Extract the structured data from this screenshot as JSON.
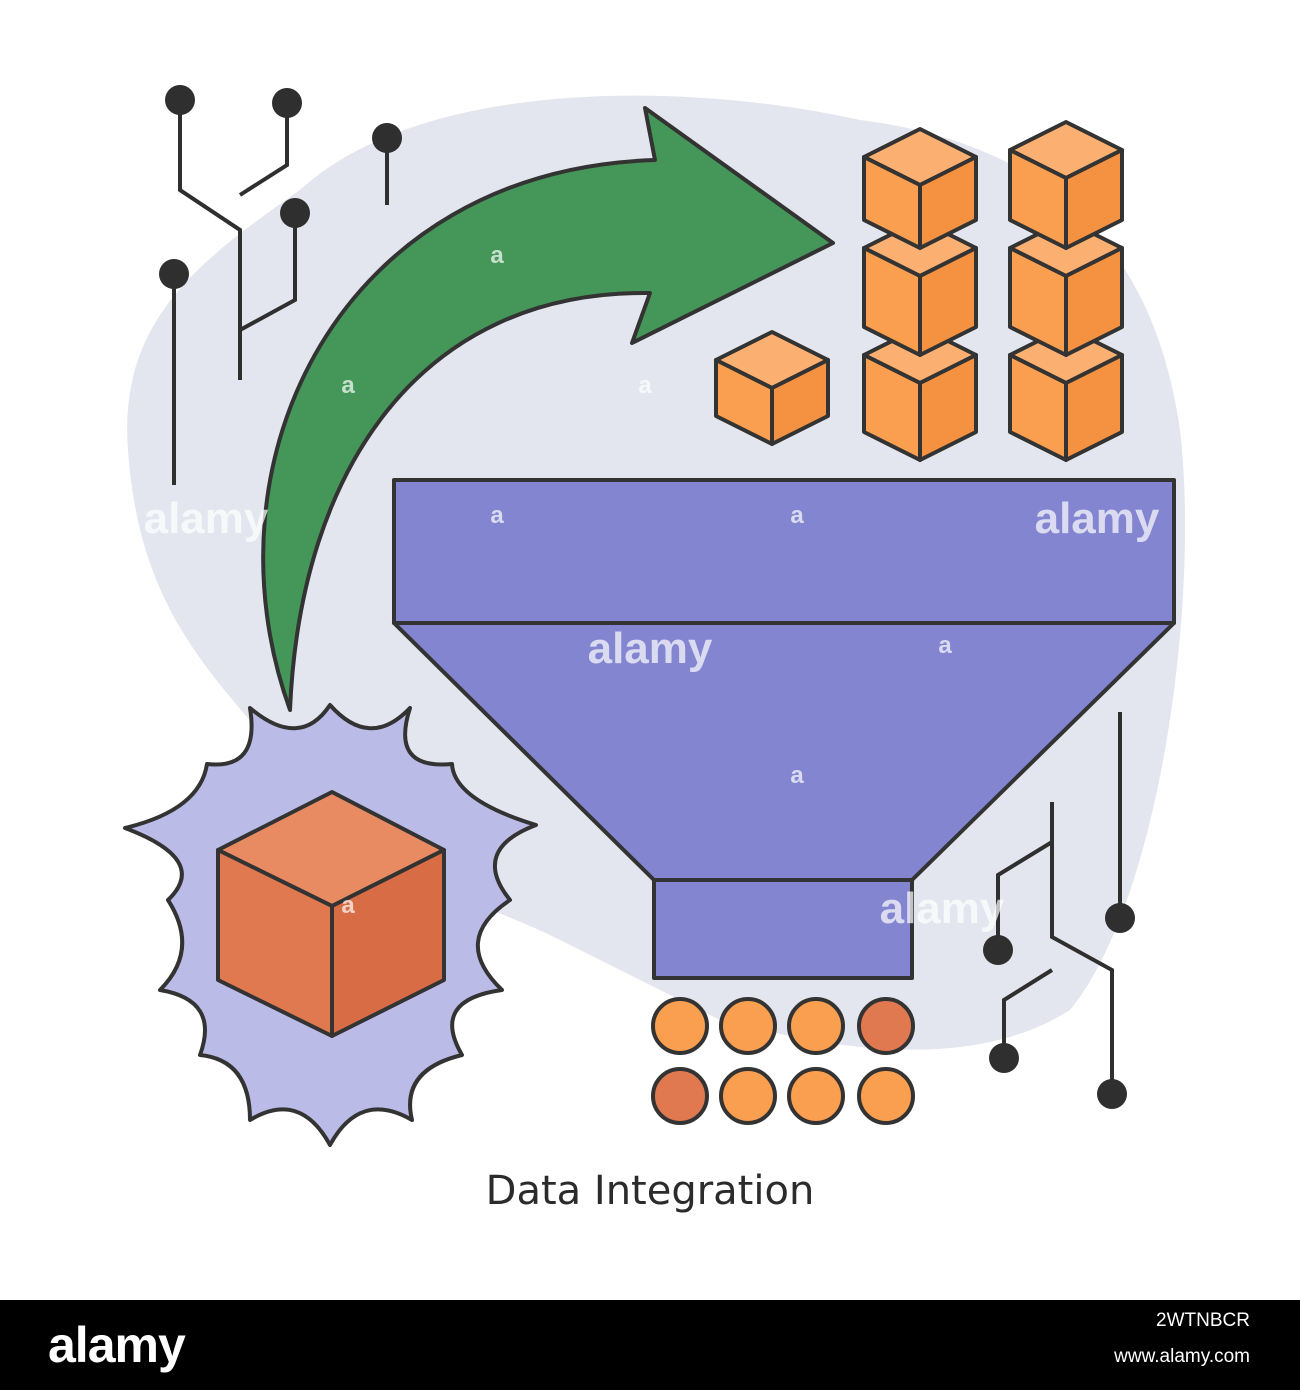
{
  "caption": "Data Integration",
  "watermark": {
    "word": "alamy",
    "letter": "a"
  },
  "footer": {
    "logo": "alamy",
    "image_id": "2WTNBCR",
    "url": "www.alamy.com"
  },
  "colors": {
    "blob": "#e3e6ee",
    "arrow": "#459659",
    "cube_small": "#f99f4f",
    "cube_large": "#e07850",
    "funnel": "#8385d0",
    "burst": "#babbe6",
    "dot_light": "#f99f4f",
    "dot_dark": "#e07850",
    "outline": "#333333",
    "circuit": "#2f2f2f"
  },
  "icons": [
    "circuit-lines",
    "curved-arrow",
    "data-cubes",
    "funnel",
    "burst-shape",
    "data-dots"
  ]
}
